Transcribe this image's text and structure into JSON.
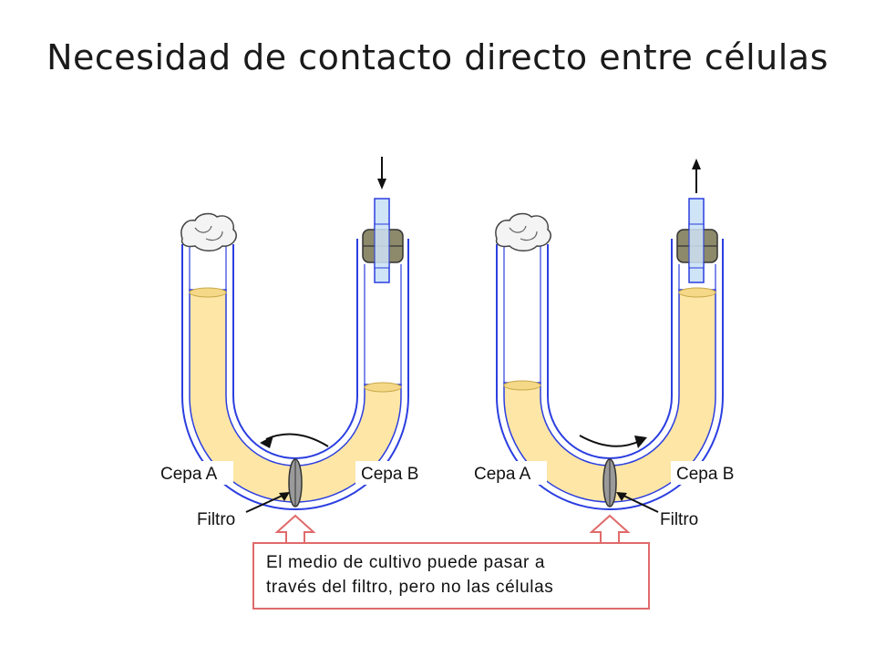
{
  "title": "Necesidad de contacto directo entre células",
  "diagram": {
    "left_apparatus": {
      "label_a": "Cepa A",
      "label_b": "Cepa B",
      "filter_label": "Filtro",
      "arrow_direction": "down"
    },
    "right_apparatus": {
      "label_a": "Cepa A",
      "label_b": "Cepa B",
      "filter_label": "Filtro",
      "arrow_direction": "up"
    },
    "note": {
      "line1": "El medio de cultivo puede pasar a",
      "line2": "través del filtro, pero no las células"
    },
    "colors": {
      "liquid": "#fde6a6",
      "tube_outline": "#2b3ee0",
      "stopper": "#8c8a6a",
      "note_border": "#e06a6a"
    }
  }
}
